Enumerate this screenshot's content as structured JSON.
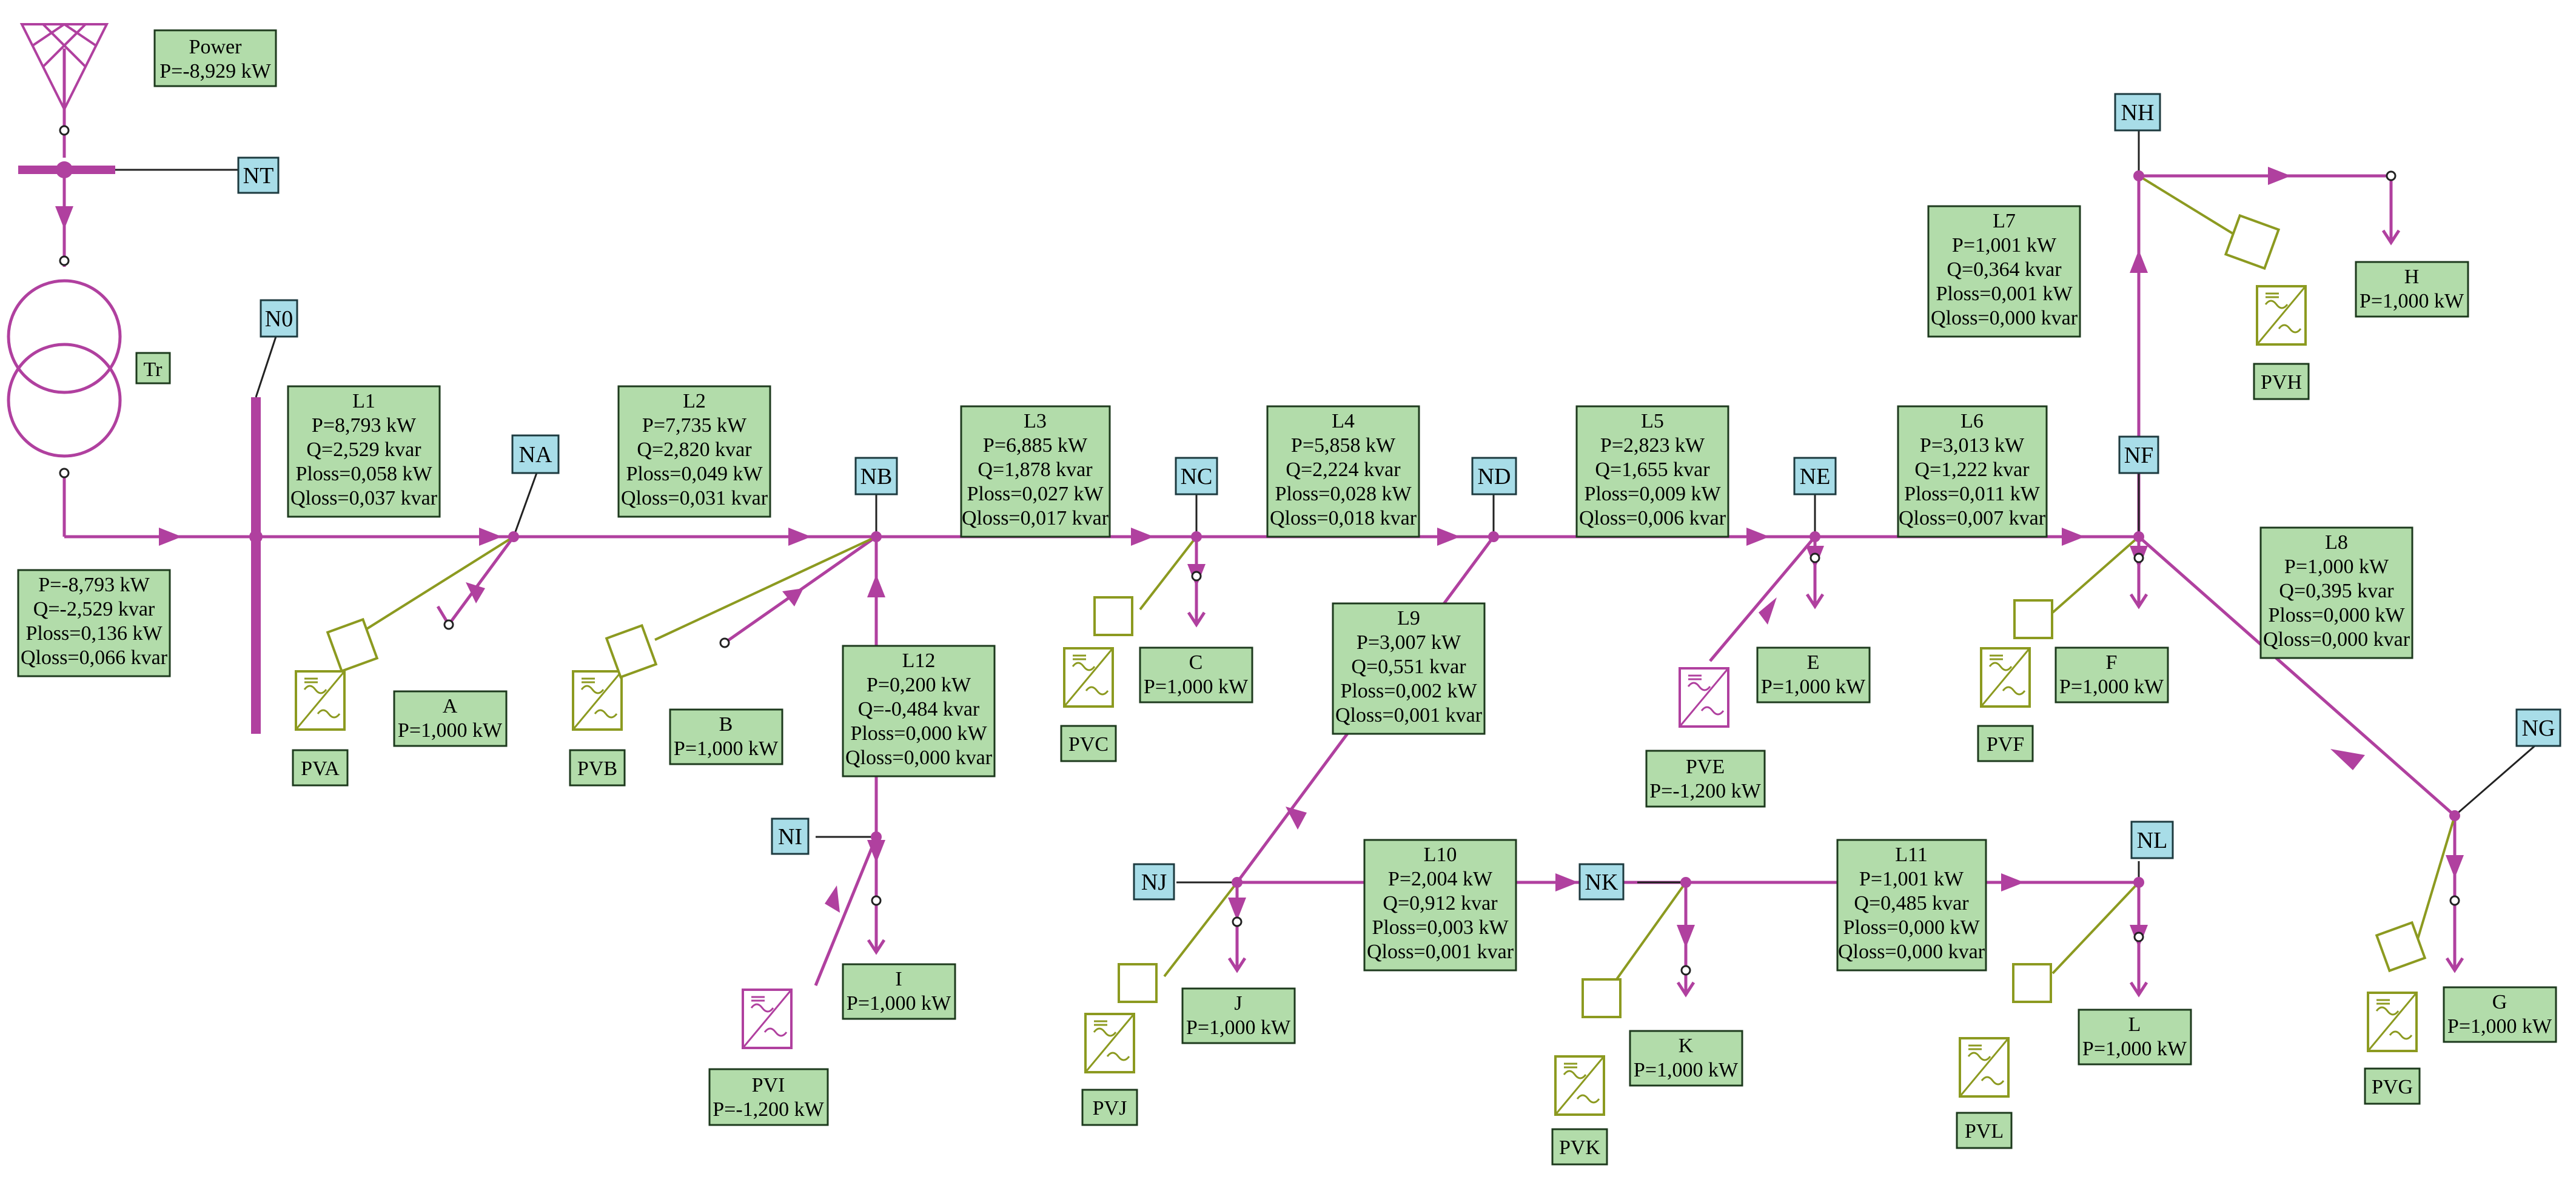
{
  "colors": {
    "line": "#b0409f",
    "pv_line": "#8c9a20",
    "box_green": "#b2dcaa",
    "box_blue": "#a8dde8"
  },
  "grid": {
    "name": "Power",
    "p": "P=-8,929 kW"
  },
  "transformer": {
    "name": "Tr",
    "lines": [
      "P=-8,793 kW",
      "Q=-2,529 kvar",
      "Ploss=0,136 kW",
      "Qloss=0,066 kvar"
    ]
  },
  "nodes": [
    "NT",
    "N0",
    "NA",
    "NB",
    "NC",
    "ND",
    "NE",
    "NF",
    "NG",
    "NH",
    "NI",
    "NJ",
    "NK",
    "NL"
  ],
  "lines": {
    "L1": [
      "L1",
      "P=8,793 kW",
      "Q=2,529 kvar",
      "Ploss=0,058 kW",
      "Qloss=0,037 kvar"
    ],
    "L2": [
      "L2",
      "P=7,735 kW",
      "Q=2,820 kvar",
      "Ploss=0,049 kW",
      "Qloss=0,031 kvar"
    ],
    "L3": [
      "L3",
      "P=6,885 kW",
      "Q=1,878 kvar",
      "Ploss=0,027 kW",
      "Qloss=0,017 kvar"
    ],
    "L4": [
      "L4",
      "P=5,858 kW",
      "Q=2,224 kvar",
      "Ploss=0,028 kW",
      "Qloss=0,018 kvar"
    ],
    "L5": [
      "L5",
      "P=2,823 kW",
      "Q=1,655 kvar",
      "Ploss=0,009 kW",
      "Qloss=0,006 kvar"
    ],
    "L6": [
      "L6",
      "P=3,013 kW",
      "Q=1,222 kvar",
      "Ploss=0,011 kW",
      "Qloss=0,007 kvar"
    ],
    "L7": [
      "L7",
      "P=1,001 kW",
      "Q=0,364 kvar",
      "Ploss=0,001 kW",
      "Qloss=0,000 kvar"
    ],
    "L8": [
      "L8",
      "P=1,000 kW",
      "Q=0,395 kvar",
      "Ploss=0,000 kW",
      "Qloss=0,000 kvar"
    ],
    "L9": [
      "L9",
      "P=3,007 kW",
      "Q=0,551 kvar",
      "Ploss=0,002 kW",
      "Qloss=0,001 kvar"
    ],
    "L10": [
      "L10",
      "P=2,004 kW",
      "Q=0,912 kvar",
      "Ploss=0,003 kW",
      "Qloss=0,001 kvar"
    ],
    "L11": [
      "L11",
      "P=1,001 kW",
      "Q=0,485 kvar",
      "Ploss=0,000 kW",
      "Qloss=0,000 kvar"
    ],
    "L12": [
      "L12",
      "P=0,200 kW",
      "Q=-0,484 kvar",
      "Ploss=0,000 kW",
      "Qloss=0,000 kvar"
    ]
  },
  "loads": {
    "A": [
      "A",
      "P=1,000 kW"
    ],
    "B": [
      "B",
      "P=1,000 kW"
    ],
    "C": [
      "C",
      "P=1,000 kW"
    ],
    "E": [
      "E",
      "P=1,000 kW"
    ],
    "F": [
      "F",
      "P=1,000 kW"
    ],
    "G": [
      "G",
      "P=1,000 kW"
    ],
    "H": [
      "H",
      "P=1,000 kW"
    ],
    "I": [
      "I",
      "P=1,000 kW"
    ],
    "J": [
      "J",
      "P=1,000 kW"
    ],
    "K": [
      "K",
      "P=1,000 kW"
    ],
    "L": [
      "L",
      "P=1,000 kW"
    ]
  },
  "pv": {
    "PVA": "PVA",
    "PVB": "PVB",
    "PVC": "PVC",
    "PVF": "PVF",
    "PVH": "PVH",
    "PVJ": "PVJ",
    "PVK": "PVK",
    "PVL": "PVL",
    "PVG": "PVG",
    "PVE": {
      "name": "PVE",
      "p": "P=-1,200 kW"
    },
    "PVI": {
      "name": "PVI",
      "p": "P=-1,200 kW"
    }
  }
}
